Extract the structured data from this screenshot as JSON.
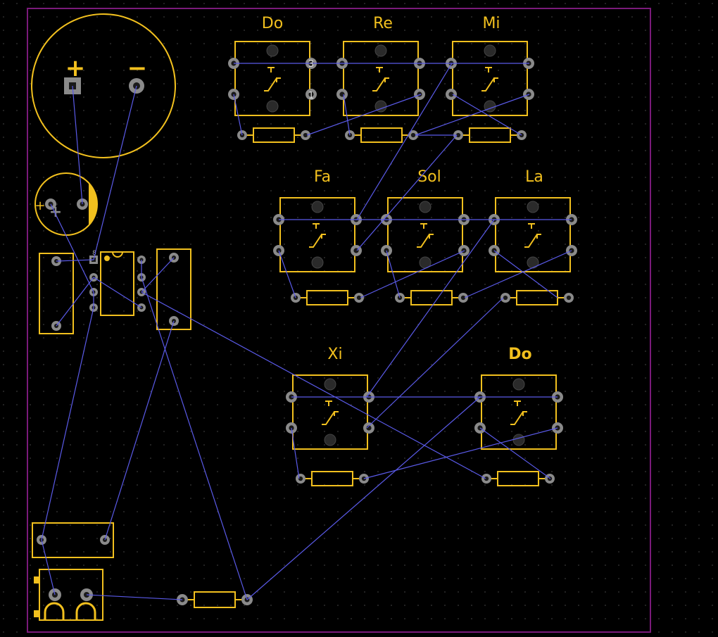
{
  "colors": {
    "background": "#000000",
    "grid_dot": "#3a3a3a",
    "board_edge": "#7a1a7a",
    "silkscreen": "#f2c01e",
    "pad_ring": "#8a8a8a",
    "pad_hole": "#1a1a1a",
    "ratsnest": "#5a5ae8"
  },
  "buttons": [
    {
      "label": "Do",
      "pin_a": "3",
      "pin_b": "1"
    },
    {
      "label": "Re"
    },
    {
      "label": "Mi"
    },
    {
      "label": "Fa"
    },
    {
      "label": "Sol"
    },
    {
      "label": "La"
    },
    {
      "label": "Xi"
    },
    {
      "label": "Do"
    }
  ],
  "battery": {
    "plus": "+",
    "minus": "−"
  },
  "capacitor": {
    "plus": "+",
    "plus2": "+"
  },
  "ic": {
    "pin1_label": "8"
  }
}
